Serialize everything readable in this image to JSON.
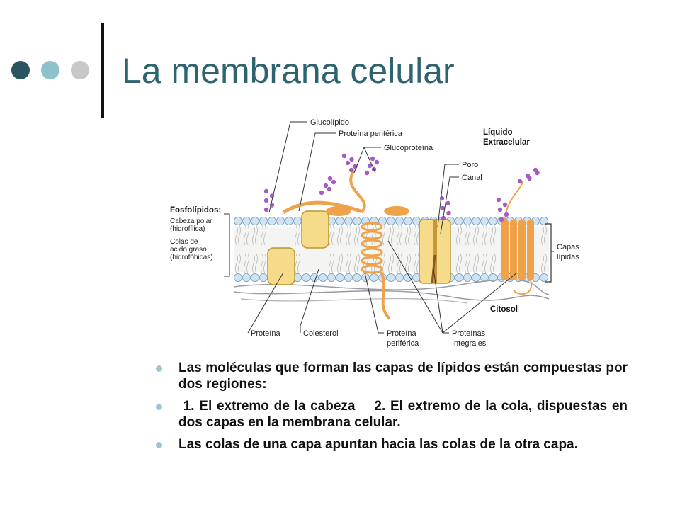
{
  "slide": {
    "title": "La membrana celular",
    "colors": {
      "title": "#2d6470",
      "dot_dark": "#2a5560",
      "dot_mid": "#8fc1cc",
      "dot_light": "#c8c8c8",
      "bar": "#111111",
      "bullet": "#9cc6d0"
    }
  },
  "diagram": {
    "labels": {
      "glucolipido": "Glucolípido",
      "proteina_periferica_top": "Proteína peritérica",
      "glucoproteina": "Glucoproteína",
      "liquido_1": "Líquido",
      "liquido_2": "Extracelular",
      "poro": "Poro",
      "canal": "Canal",
      "fosfolipidos": "Fosfolípidos:",
      "cabeza_1": "Cabeza polar",
      "cabeza_2": "(hidrofílica)",
      "colas_1": "Colas de",
      "colas_2": "acido graso",
      "colas_3": "(hidrofóbicas)",
      "capas_1": "Capas",
      "capas_2": "lípidas",
      "citosol": "Citosol",
      "proteina": "Proteína",
      "colesterol": "Colesterol",
      "proteina_periferica_bottom_1": "Proteína",
      "proteina_periferica_bottom_2": "periférica",
      "proteinas_integrales_1": "Proteínas",
      "proteinas_integrales_2": "Integrales"
    }
  },
  "bullets": [
    "Las moléculas que forman las capas de lípidos están compuestas por dos regiones:",
    " 1. El extremo de la cabeza    2. El extremo de la cola, dispuestas en dos capas en la membrana celular.",
    "Las colas de una capa apuntan hacia las colas de la otra capa."
  ]
}
